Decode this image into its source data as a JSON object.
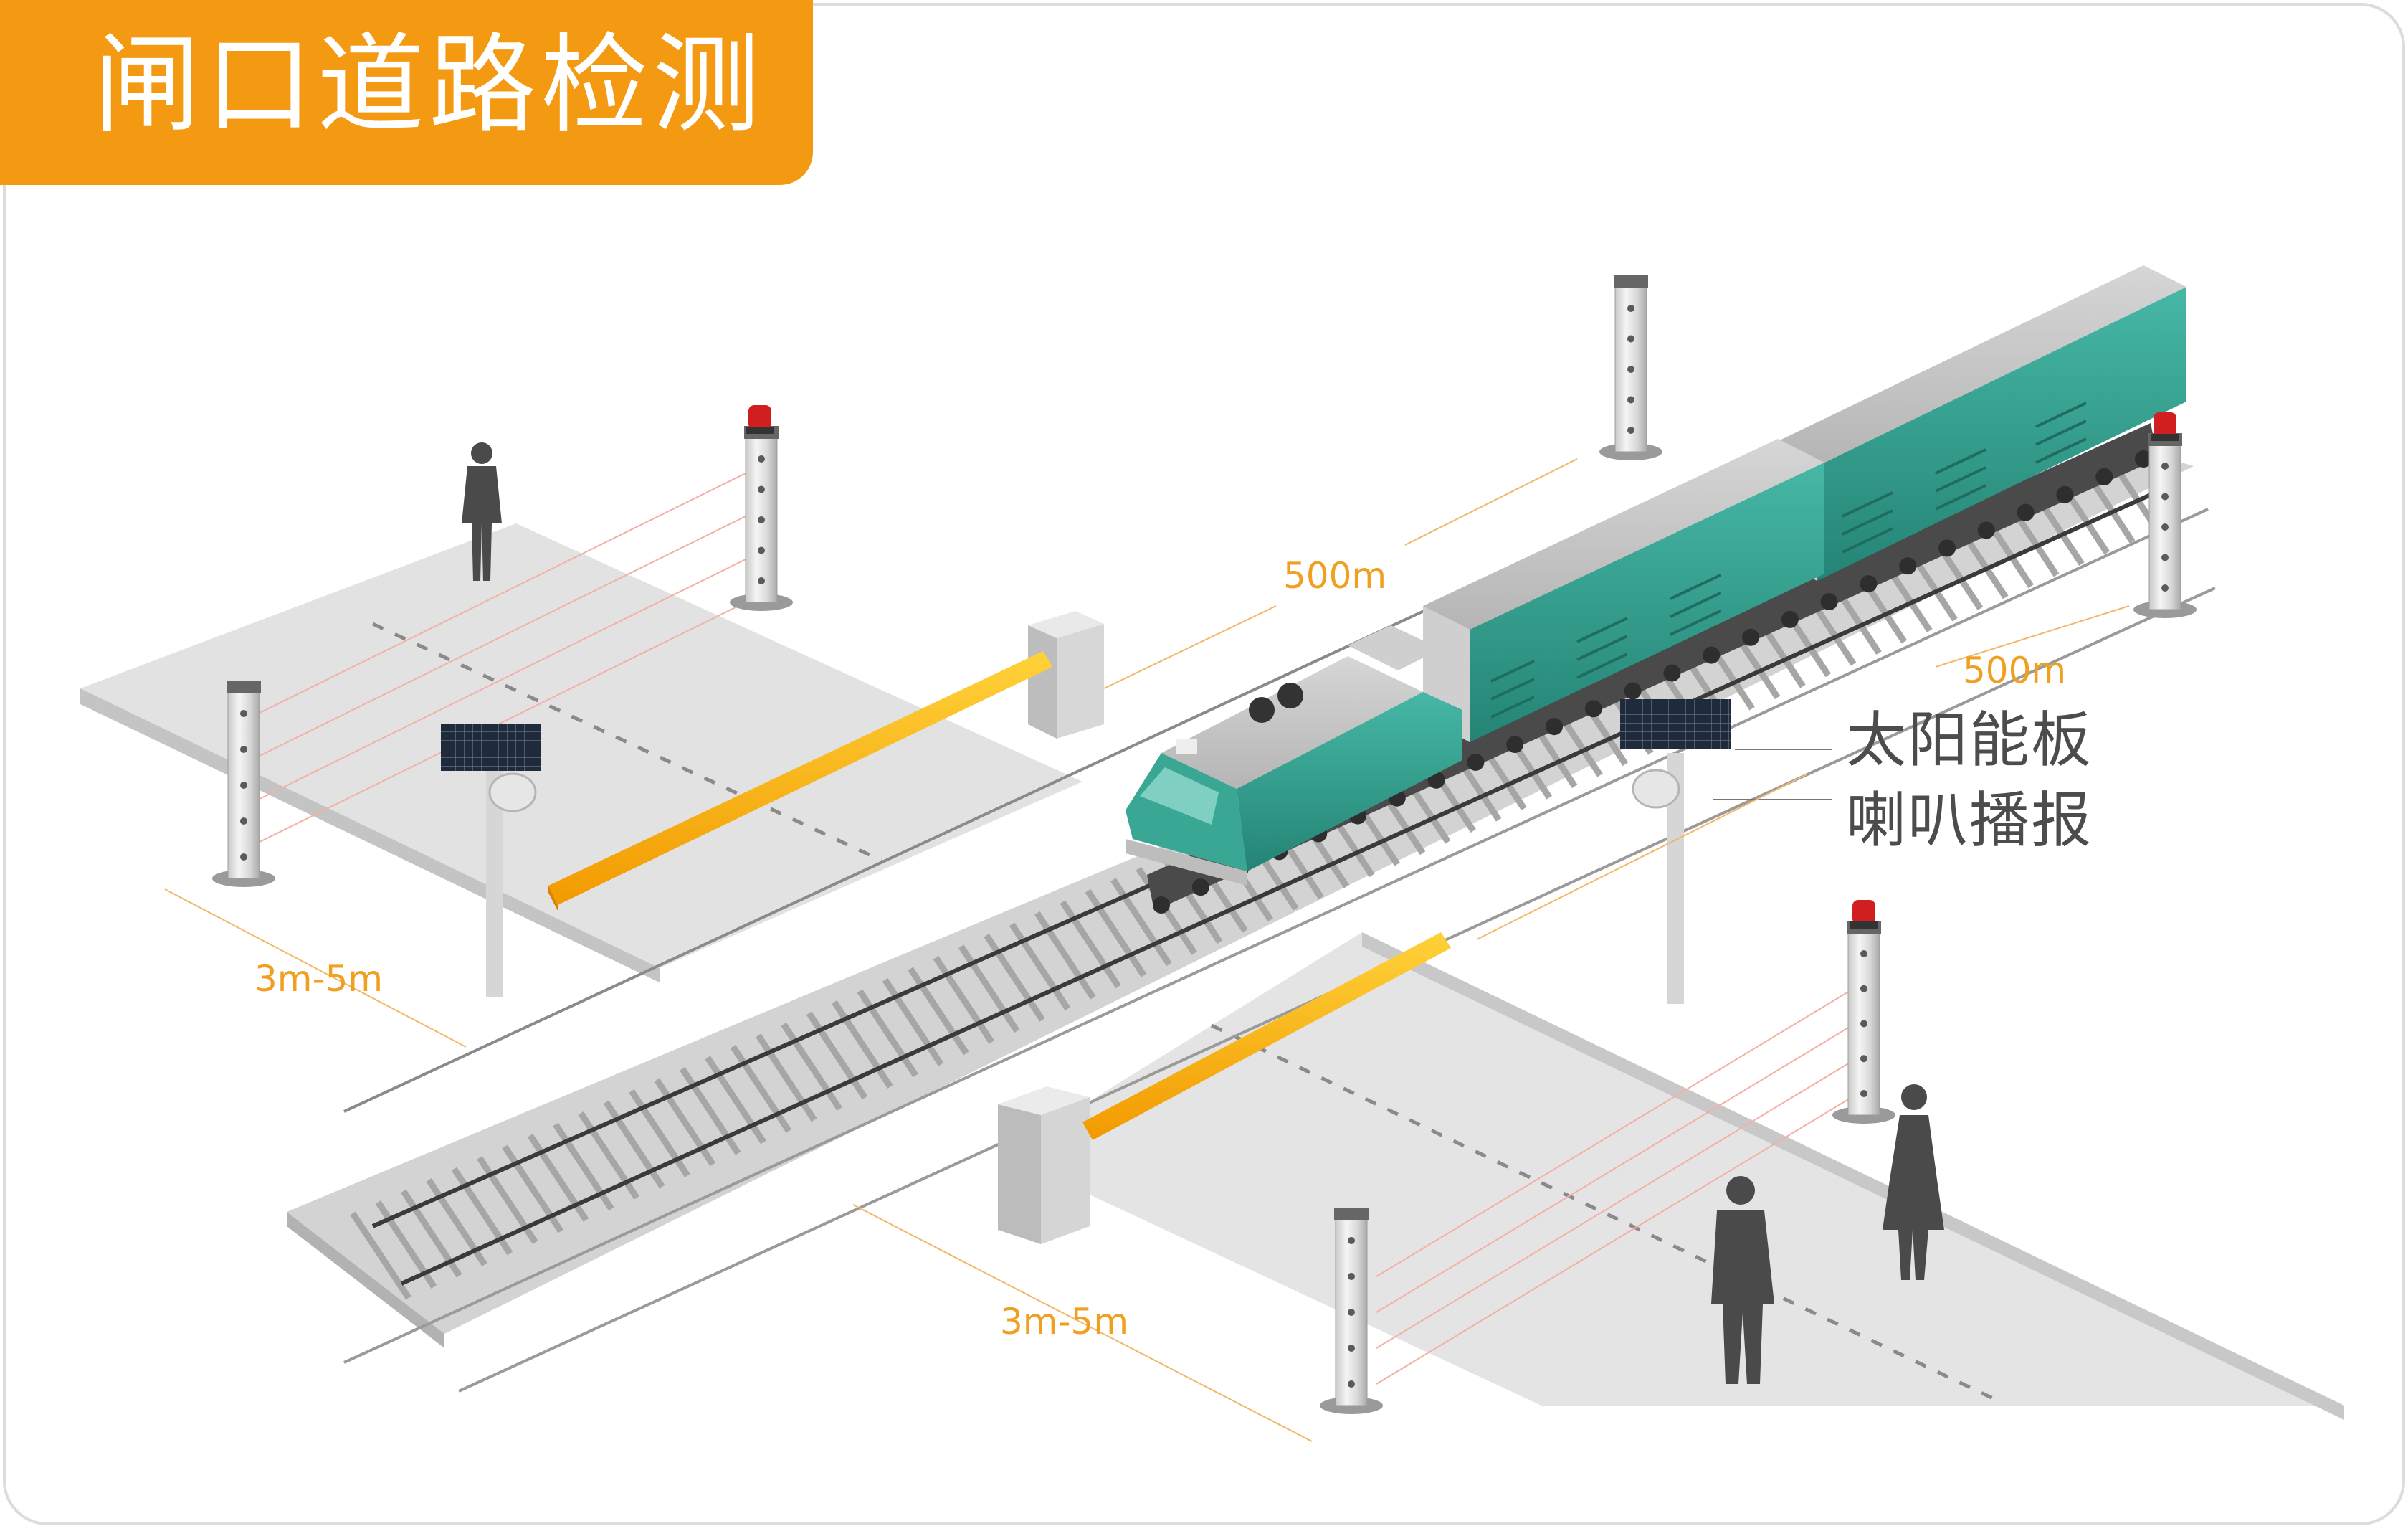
{
  "title": "闸口道路检测",
  "labels": {
    "dist_left": "500m",
    "dist_right": "500m",
    "width_left": "3m-5m",
    "width_bottom": "3m-5m",
    "solar_panel": "太阳能板",
    "speaker": "喇叭播报"
  },
  "colors": {
    "accent": "#f39a12",
    "barrier": "#ffb400",
    "train": "#2f9e8e",
    "dimension": "#f0a020",
    "callout_text": "#4c4c4c"
  }
}
